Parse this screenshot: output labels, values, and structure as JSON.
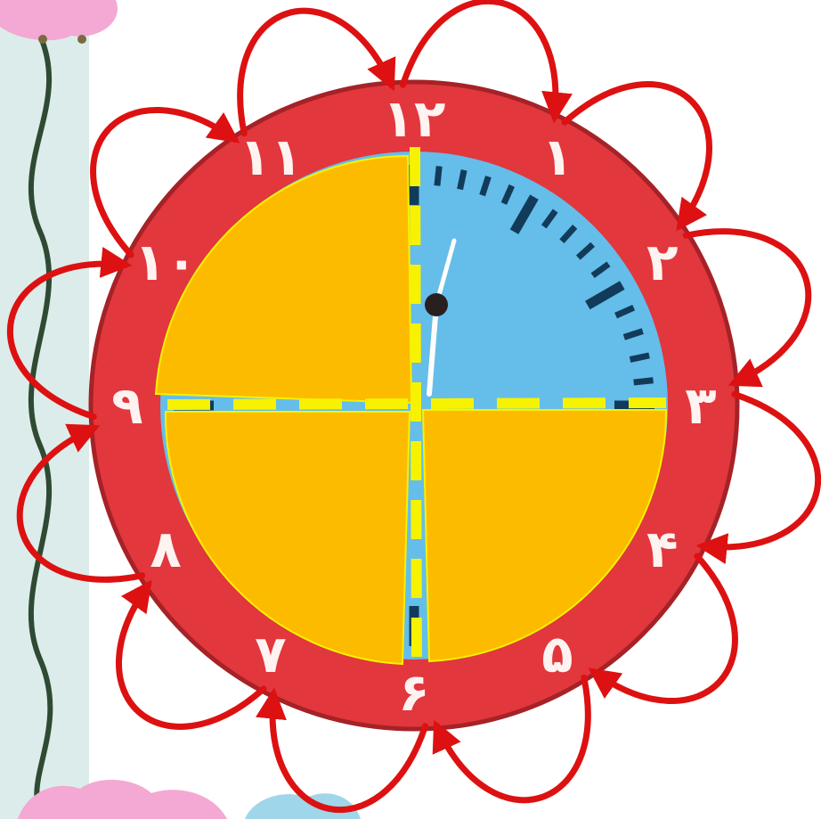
{
  "clock": {
    "numerals": [
      {
        "hour": 12,
        "label": "۱۲"
      },
      {
        "hour": 1,
        "label": "۱"
      },
      {
        "hour": 2,
        "label": "۲"
      },
      {
        "hour": 3,
        "label": "۳"
      },
      {
        "hour": 4,
        "label": "۴"
      },
      {
        "hour": 5,
        "label": "۵"
      },
      {
        "hour": 6,
        "label": "۶"
      },
      {
        "hour": 7,
        "label": "۷"
      },
      {
        "hour": 8,
        "label": "۸"
      },
      {
        "hour": 9,
        "label": "۹"
      },
      {
        "hour": 10,
        "label": "۱۰"
      },
      {
        "hour": 11,
        "label": "۱۱"
      }
    ],
    "hand_angles_deg": {
      "hour": 10,
      "minute": 0
    }
  },
  "quarters": {
    "total": 4,
    "covered": 3,
    "uncovered": "top-right"
  },
  "hop_arrows": {
    "count": 12
  },
  "colors": {
    "rim": "#e2373d",
    "dial": "#65bde9",
    "quarter_fill": "#fdbb00",
    "quarter_border": "#f6f200",
    "divider": "#f6f200",
    "arrow": "#dd1111",
    "tick": "#123b5a",
    "hand": "#2a1f1f",
    "vine": "#2f4a32",
    "strip": "#dcecea"
  }
}
